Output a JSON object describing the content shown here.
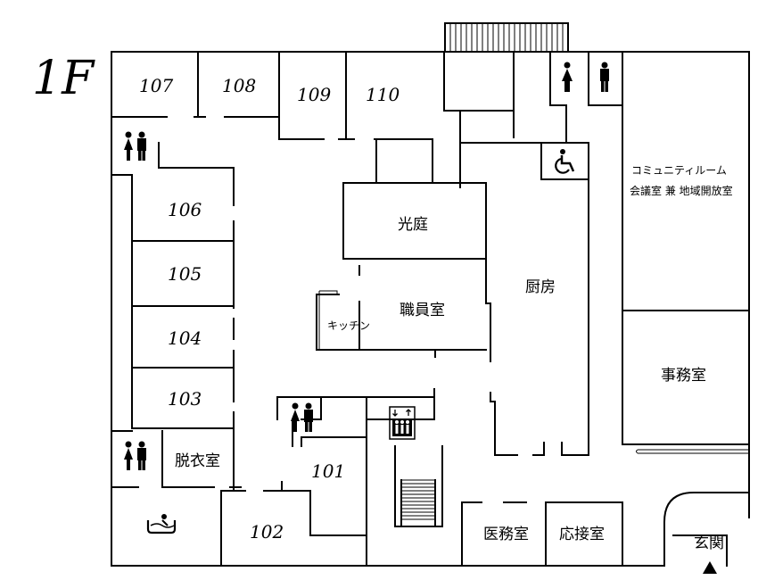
{
  "floor": "1F",
  "rooms": {
    "r107": "107",
    "r108": "108",
    "r109": "109",
    "r110": "110",
    "r106": "106",
    "r105": "105",
    "r104": "104",
    "r103": "103",
    "r101": "101",
    "r102": "102"
  },
  "areas": {
    "courtyard": "光庭",
    "staff_room": "職員室",
    "kitchenette": "キッチン",
    "kitchen": "厨房",
    "community_room": "コミュニティルーム",
    "community_sub": "会議室 兼 地域開放室",
    "office": "事務室",
    "changing_room": "脱衣室",
    "medical_room": "医務室",
    "reception_room": "応接室",
    "entrance": "玄関"
  },
  "icons": {
    "restroom": "restroom-icon",
    "female_toilet": "female-toilet-icon",
    "male_toilet": "male-toilet-icon",
    "accessible": "wheelchair-icon",
    "elevator": "elevator-icon",
    "bath": "bathtub-icon",
    "entrance_marker": "entrance-arrow-icon"
  }
}
